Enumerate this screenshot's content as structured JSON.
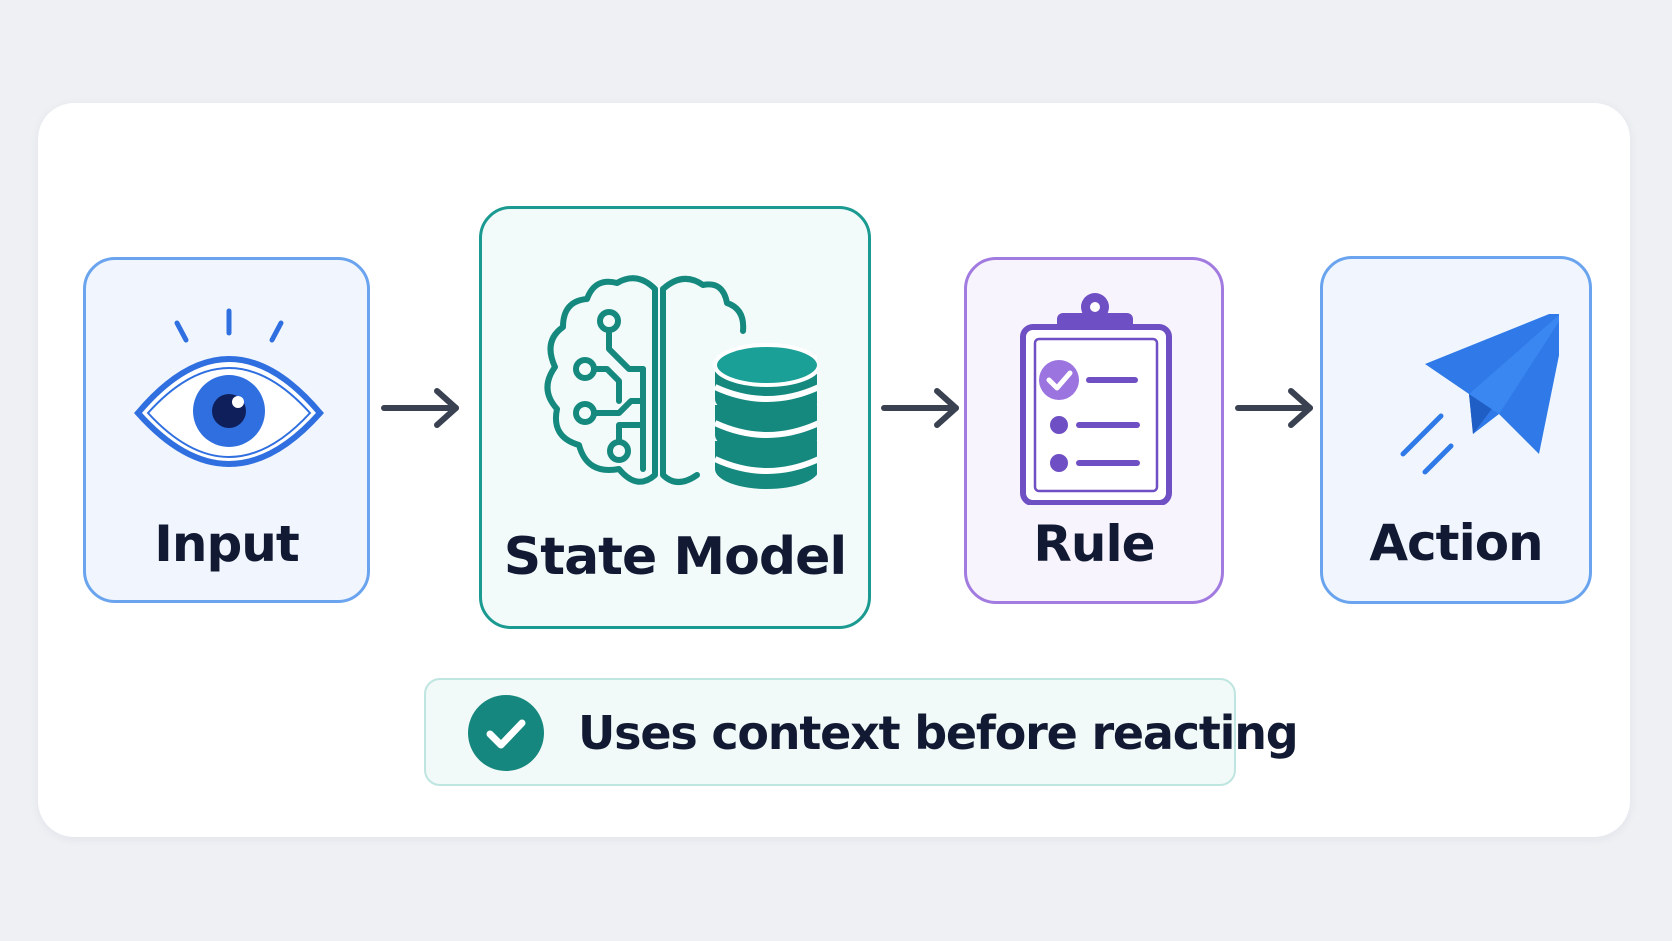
{
  "colors": {
    "page_background": "#eef0f4",
    "card_background": "#ffffff",
    "input_border": "#6aa4ee",
    "input_accent": "#2f6fe0",
    "state_border": "#1a9a91",
    "state_accent": "#16897f",
    "rule_border": "#a27be0",
    "rule_accent": "#6f4fc4",
    "action_border": "#6aa4ee",
    "action_accent": "#2f7ae8",
    "arrow": "#3a4252",
    "text": "#121a33",
    "badge_border": "#bfe5e0",
    "badge_check": "#15877e"
  },
  "flow": {
    "steps": [
      {
        "label": "Input",
        "icon": "eye-icon"
      },
      {
        "label": "State Model",
        "icon": "brain-database-icon"
      },
      {
        "label": "Rule",
        "icon": "clipboard-checklist-icon"
      },
      {
        "label": "Action",
        "icon": "paper-plane-icon"
      }
    ],
    "connectors": [
      "arrow-right-icon",
      "arrow-right-icon",
      "arrow-right-icon"
    ]
  },
  "badge": {
    "icon": "check-circle-icon",
    "text": "Uses context before reacting"
  }
}
